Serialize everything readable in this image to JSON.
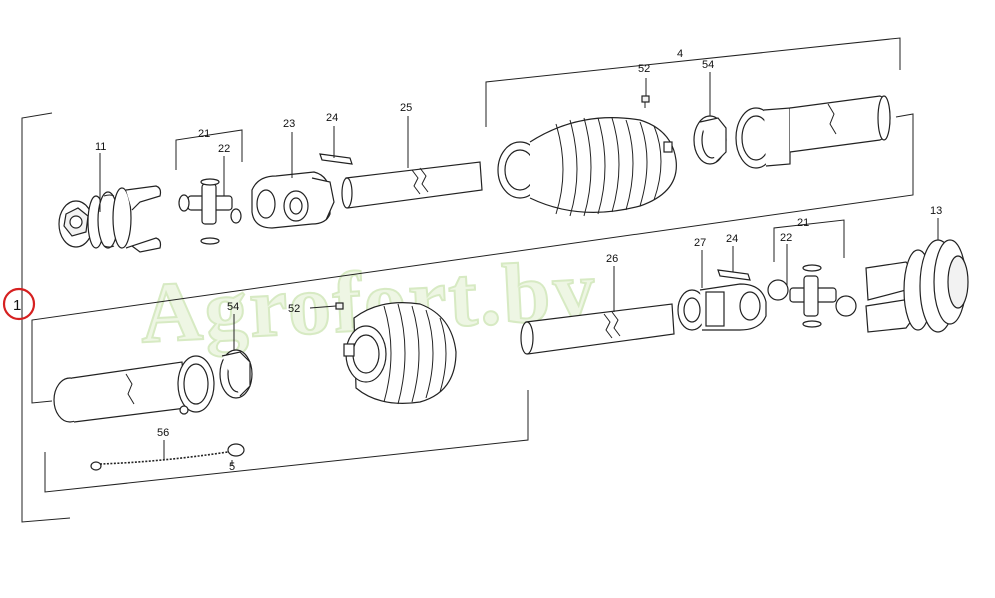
{
  "watermark": "Agrofort.by",
  "callouts": {
    "assembly": "1",
    "outer_half": "4",
    "inner_half": "5"
  },
  "parts": {
    "p11": "11",
    "p21a": "21",
    "p22a": "22",
    "p23": "23",
    "p24a": "24",
    "p25": "25",
    "p52a": "52",
    "p54a": "54",
    "p13": "13",
    "p21b": "21",
    "p22b": "22",
    "p24b": "24",
    "p27": "27",
    "p26": "26",
    "p52b": "52",
    "p54b": "54",
    "p56": "56"
  },
  "colors": {
    "callout_circle": "#d62020",
    "watermark_fill": "#eef6e4",
    "line": "#222222"
  }
}
